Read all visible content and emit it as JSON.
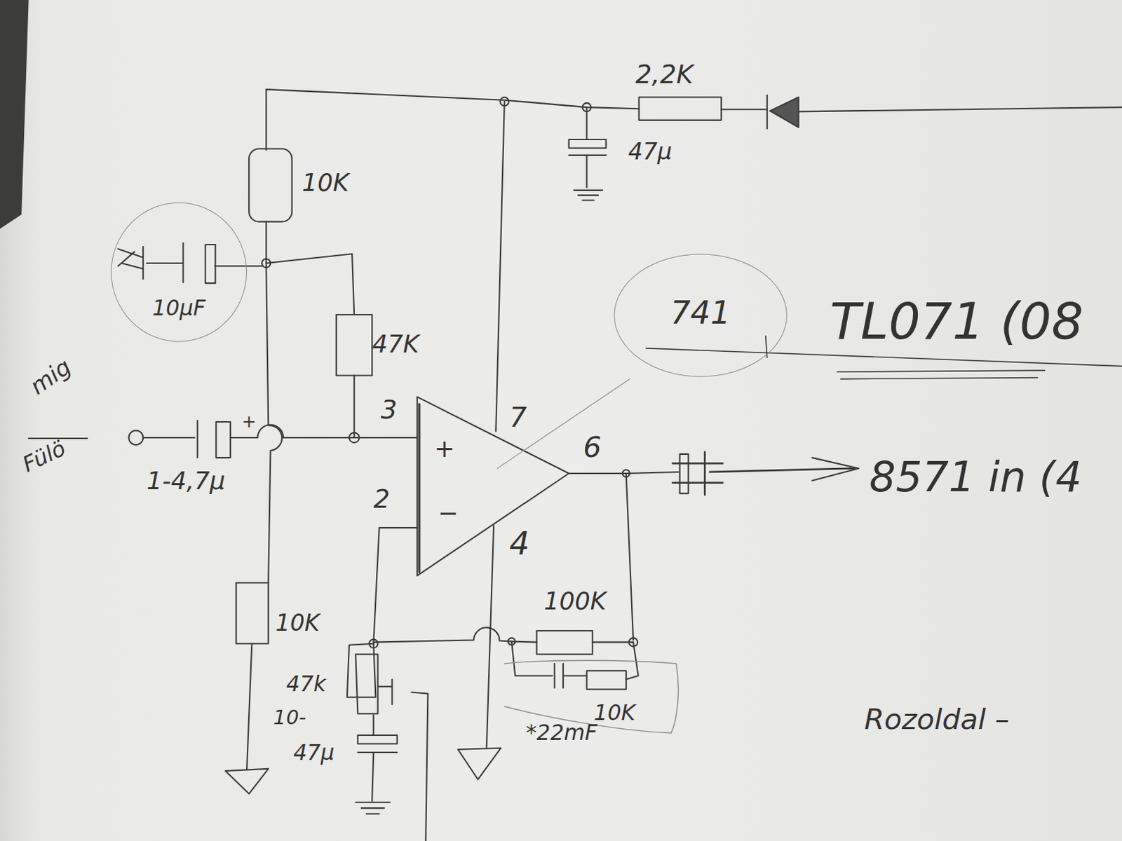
{
  "diagram": {
    "nodes": [
      {
        "text": [
          "10µF"
        ]
      },
      {
        "text": [
          "741"
        ]
      }
    ],
    "labels": [
      "2,2K",
      "47µ",
      "10K",
      "47K",
      "mig",
      "Fülö",
      "1-4,7µ",
      "+",
      "3",
      "+",
      "−",
      "7",
      "6",
      "2",
      "4",
      "10K",
      "TL071 (08",
      "8571 in (4",
      "100K",
      "47k",
      "10-",
      "47µ",
      "10K",
      "*22mF",
      "Rozoldal –"
    ]
  }
}
